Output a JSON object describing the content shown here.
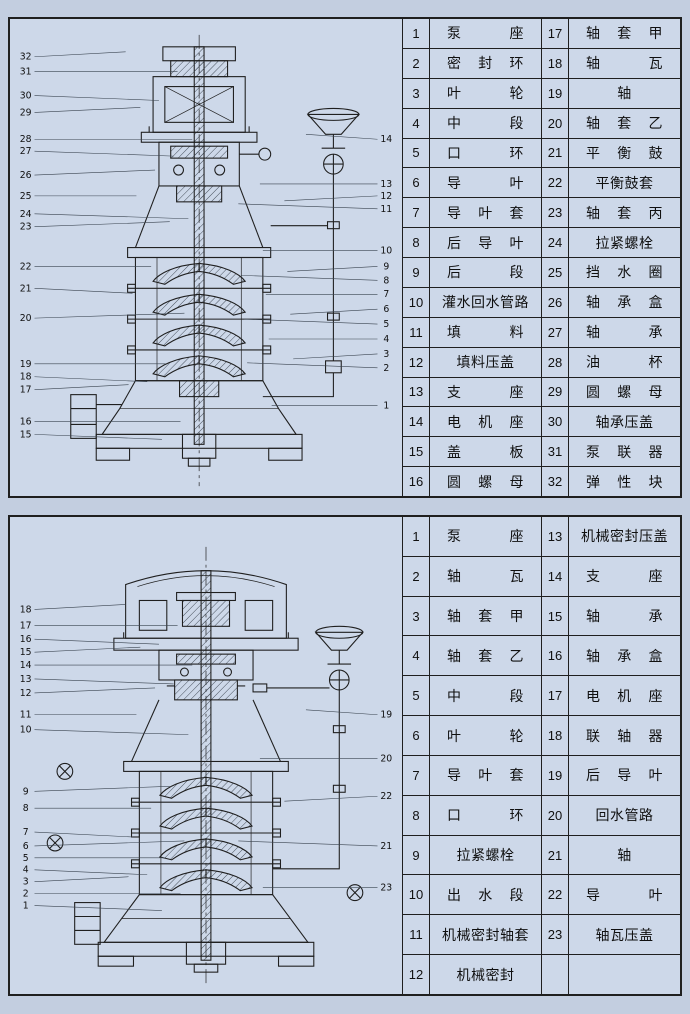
{
  "page": {
    "background": "#c3cee0",
    "panel_background": "#cdd8e9",
    "line_color": "#1f1f1f"
  },
  "panels": [
    {
      "name": "vertical-multistage-pump-packing-seal",
      "callouts": {
        "left": [
          "32",
          "31",
          "30",
          "29",
          "28",
          "27",
          "26",
          "25",
          "24",
          "23",
          "22",
          "21",
          "20",
          "19",
          "18",
          "17",
          "16",
          "15"
        ],
        "right": [
          "14",
          "13",
          "12",
          "11",
          "10",
          "9",
          "8",
          "7",
          "6",
          "5",
          "4",
          "3",
          "2",
          "1"
        ]
      },
      "table": {
        "col1": [
          {
            "num": "1",
            "name": "泵座"
          },
          {
            "num": "2",
            "name": "密封环"
          },
          {
            "num": "3",
            "name": "叶轮"
          },
          {
            "num": "4",
            "name": "中段"
          },
          {
            "num": "5",
            "name": "口环"
          },
          {
            "num": "6",
            "name": "导叶"
          },
          {
            "num": "7",
            "name": "导叶套"
          },
          {
            "num": "8",
            "name": "后导叶"
          },
          {
            "num": "9",
            "name": "后段"
          },
          {
            "num": "10",
            "name": "灌水回水管路"
          },
          {
            "num": "11",
            "name": "填料"
          },
          {
            "num": "12",
            "name": "填料压盖"
          },
          {
            "num": "13",
            "name": "支座"
          },
          {
            "num": "14",
            "name": "电机座"
          },
          {
            "num": "15",
            "name": "盖板"
          },
          {
            "num": "16",
            "name": "圆螺母"
          }
        ],
        "col2": [
          {
            "num": "17",
            "name": "轴套甲"
          },
          {
            "num": "18",
            "name": "轴瓦"
          },
          {
            "num": "19",
            "name": "轴"
          },
          {
            "num": "20",
            "name": "轴套乙"
          },
          {
            "num": "21",
            "name": "平衡鼓"
          },
          {
            "num": "22",
            "name": "平衡鼓套"
          },
          {
            "num": "23",
            "name": "轴套丙"
          },
          {
            "num": "24",
            "name": "拉紧螺栓"
          },
          {
            "num": "25",
            "name": "挡水圈"
          },
          {
            "num": "26",
            "name": "轴承盒"
          },
          {
            "num": "27",
            "name": "轴承"
          },
          {
            "num": "28",
            "name": "油杯"
          },
          {
            "num": "29",
            "name": "圆螺母"
          },
          {
            "num": "30",
            "name": "轴承压盖"
          },
          {
            "num": "31",
            "name": "泵联器"
          },
          {
            "num": "32",
            "name": "弹性块"
          }
        ]
      }
    },
    {
      "name": "vertical-multistage-pump-mechanical-seal",
      "callouts": {
        "left": [
          "18",
          "17",
          "16",
          "15",
          "14",
          "13",
          "12",
          "11",
          "10",
          "9",
          "8",
          "7",
          "6",
          "5",
          "4",
          "3",
          "2",
          "1"
        ],
        "right": [
          "19",
          "20",
          "22",
          "21",
          "23"
        ]
      },
      "table": {
        "col1": [
          {
            "num": "1",
            "name": "泵座"
          },
          {
            "num": "2",
            "name": "轴瓦"
          },
          {
            "num": "3",
            "name": "轴套甲"
          },
          {
            "num": "4",
            "name": "轴套乙"
          },
          {
            "num": "5",
            "name": "中段"
          },
          {
            "num": "6",
            "name": "叶轮"
          },
          {
            "num": "7",
            "name": "导叶套"
          },
          {
            "num": "8",
            "name": "口环"
          },
          {
            "num": "9",
            "name": "拉紧螺栓"
          },
          {
            "num": "10",
            "name": "出水段"
          },
          {
            "num": "11",
            "name": "机械密封轴套"
          },
          {
            "num": "12",
            "name": "机械密封"
          }
        ],
        "col2": [
          {
            "num": "13",
            "name": "机械密封压盖"
          },
          {
            "num": "14",
            "name": "支座"
          },
          {
            "num": "15",
            "name": "轴承"
          },
          {
            "num": "16",
            "name": "轴承盒"
          },
          {
            "num": "17",
            "name": "电机座"
          },
          {
            "num": "18",
            "name": "联轴器"
          },
          {
            "num": "19",
            "name": "后导叶"
          },
          {
            "num": "20",
            "name": "回水管路"
          },
          {
            "num": "21",
            "name": "轴"
          },
          {
            "num": "22",
            "name": "导叶"
          },
          {
            "num": "23",
            "name": "轴瓦压盖"
          },
          {
            "num": "",
            "name": ""
          }
        ]
      }
    }
  ]
}
